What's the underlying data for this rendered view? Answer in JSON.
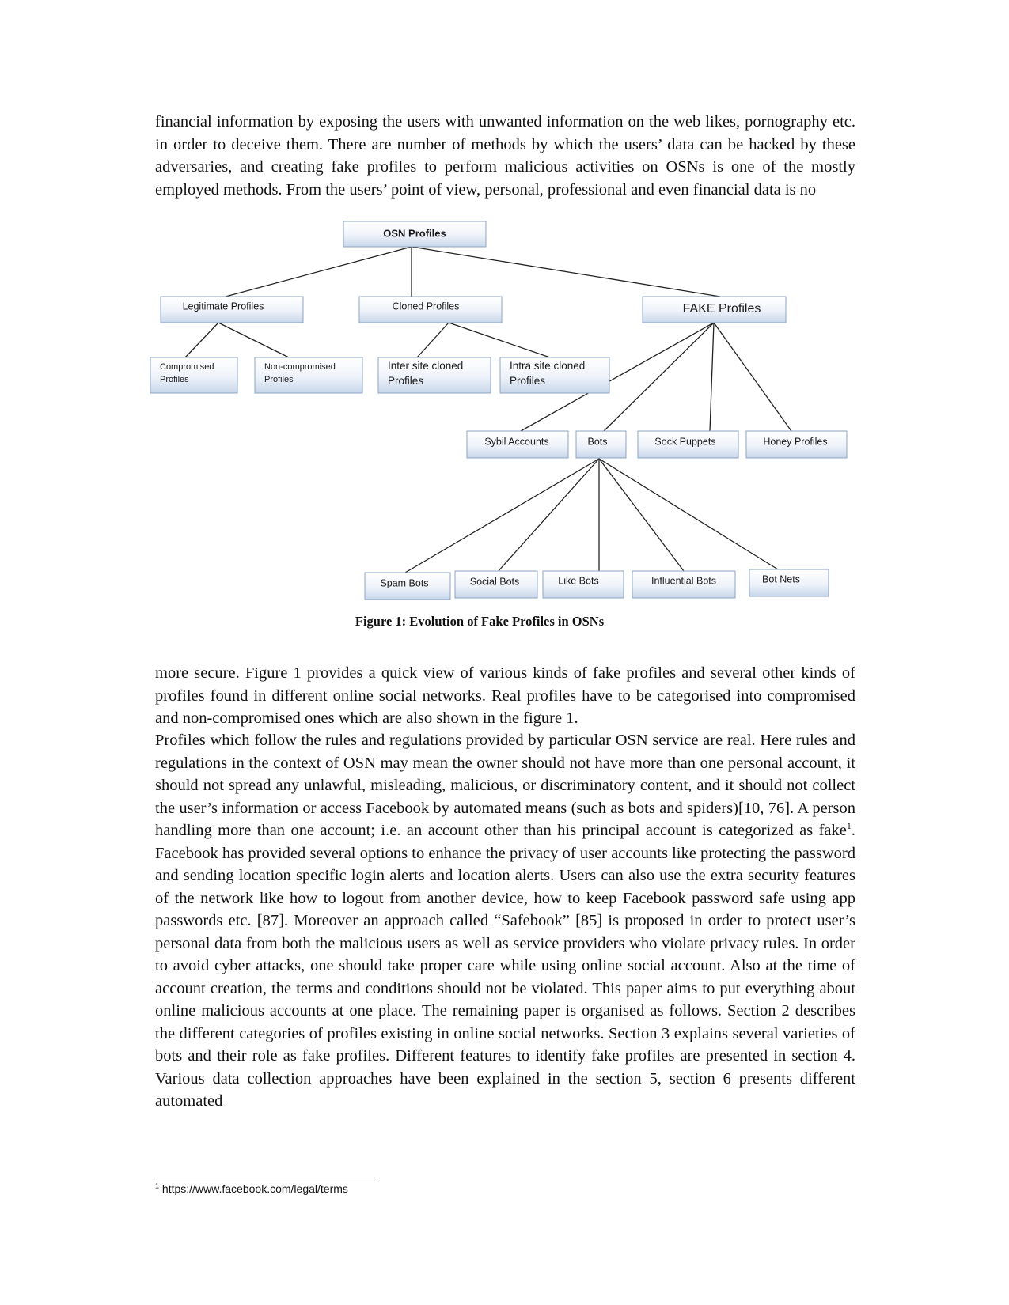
{
  "paragraph_top": "financial information by exposing the users with unwanted information on the web likes, pornography etc. in order to deceive them. There are number of methods by which the users’ data can be hacked by these adversaries, and creating fake profiles to perform malicious activities on OSNs is one of the mostly employed methods. From the users’ point of view, personal, professional and even financial data is no",
  "figure": {
    "caption": "Figure 1: Evolution of Fake Profiles in OSNs",
    "nodes": {
      "root": "OSN Profiles",
      "legitimate": "Legitimate Profiles",
      "cloned": "Cloned Profiles",
      "fake": "FAKE Profiles",
      "compromised_1": "Compromised",
      "compromised_2": "Profiles",
      "noncompromised_1": "Non-compromised",
      "noncompromised_2": "Profiles",
      "intersite_1": "Inter site cloned",
      "intersite_2": "Profiles",
      "intrasite_1": "Intra site cloned",
      "intrasite_2": "Profiles",
      "sybil": "Sybil Accounts",
      "bots": "Bots",
      "sock": "Sock Puppets",
      "honey": "Honey Profiles",
      "spam": "Spam Bots",
      "social": "Social Bots",
      "like": "Like Bots",
      "influential": "Influential Bots",
      "botnets": "Bot Nets"
    }
  },
  "paragraph_mid": "more secure. Figure 1 provides a quick view of various kinds of fake profiles and several other kinds of profiles found in different online social networks. Real profiles have to be categorised into compromised and non-compromised ones which are also shown in the figure 1.",
  "paragraph_main_a": "Profiles which follow the rules and regulations provided by particular OSN service are real. Here rules and regulations in the context of OSN may mean the owner should not have more than one personal account, it should not spread any unlawful, misleading, malicious, or discriminatory content, and it should not collect the user’s information or access Facebook by automated means (such as bots and spiders)[10, 76]. A person handling more than one account; i.e. an account other than his principal account is categorized as fake",
  "footnote_marker": "1",
  "paragraph_main_b": ". Facebook has provided several options to enhance the privacy of user accounts like protecting the password and sending location specific login alerts and location alerts. Users can also use the extra security features of the network like how to logout from another device, how to keep Facebook password safe using app passwords etc. [87]. Moreover an approach called “Safebook” [85] is proposed in order to protect user’s personal data from both the malicious users as well as service providers who violate privacy rules. In order to avoid cyber attacks, one should take proper care while using online social account. Also at the time of account creation, the terms and conditions should not be violated. This paper aims to put everything about online malicious accounts at one place. The remaining paper is organised as follows. Section 2 describes the different categories of profiles existing in online social networks. Section 3 explains several varieties of bots and their role as fake profiles. Different features to identify fake profiles are presented in section 4. Various data collection approaches have been explained in the section 5, section 6 presents different automated",
  "footnote": {
    "marker": "1",
    "text": " https://www.facebook.com/legal/terms"
  }
}
